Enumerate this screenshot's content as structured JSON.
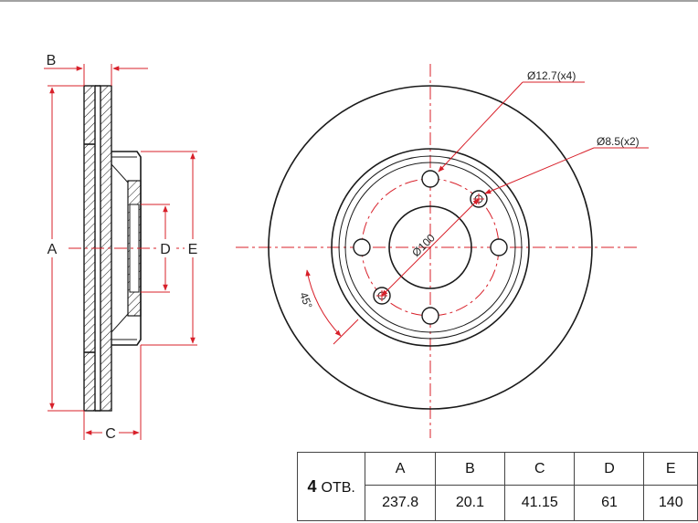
{
  "side_view": {
    "labels": {
      "A": "A",
      "B": "B",
      "C": "C",
      "D": "D",
      "E": "E"
    }
  },
  "front_view": {
    "callouts": {
      "large_hole": "Ø12.7(x4)",
      "small_hole": "Ø8.5(x2)",
      "pcd": "Ø100",
      "angle": "45°"
    }
  },
  "spec_table": {
    "holes_count": "4",
    "holes_suffix": "ОТВ.",
    "headers": [
      "A",
      "B",
      "C",
      "D",
      "E"
    ],
    "values": [
      "237.8",
      "20.1",
      "41.15",
      "61",
      "140"
    ]
  },
  "colors": {
    "dimension": "#d8202a",
    "outline": "#1a1a1a"
  }
}
